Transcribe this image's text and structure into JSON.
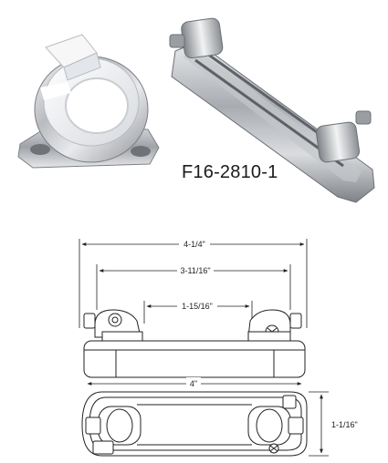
{
  "product": {
    "part_number": "F16-2810-1"
  },
  "dimensions": {
    "overall_length": "4-1/4\"",
    "inner_span": "3-11/16\"",
    "clamp_spacing": "1-15/16\"",
    "base_length": "4\"",
    "width": "1-1/16\""
  }
}
